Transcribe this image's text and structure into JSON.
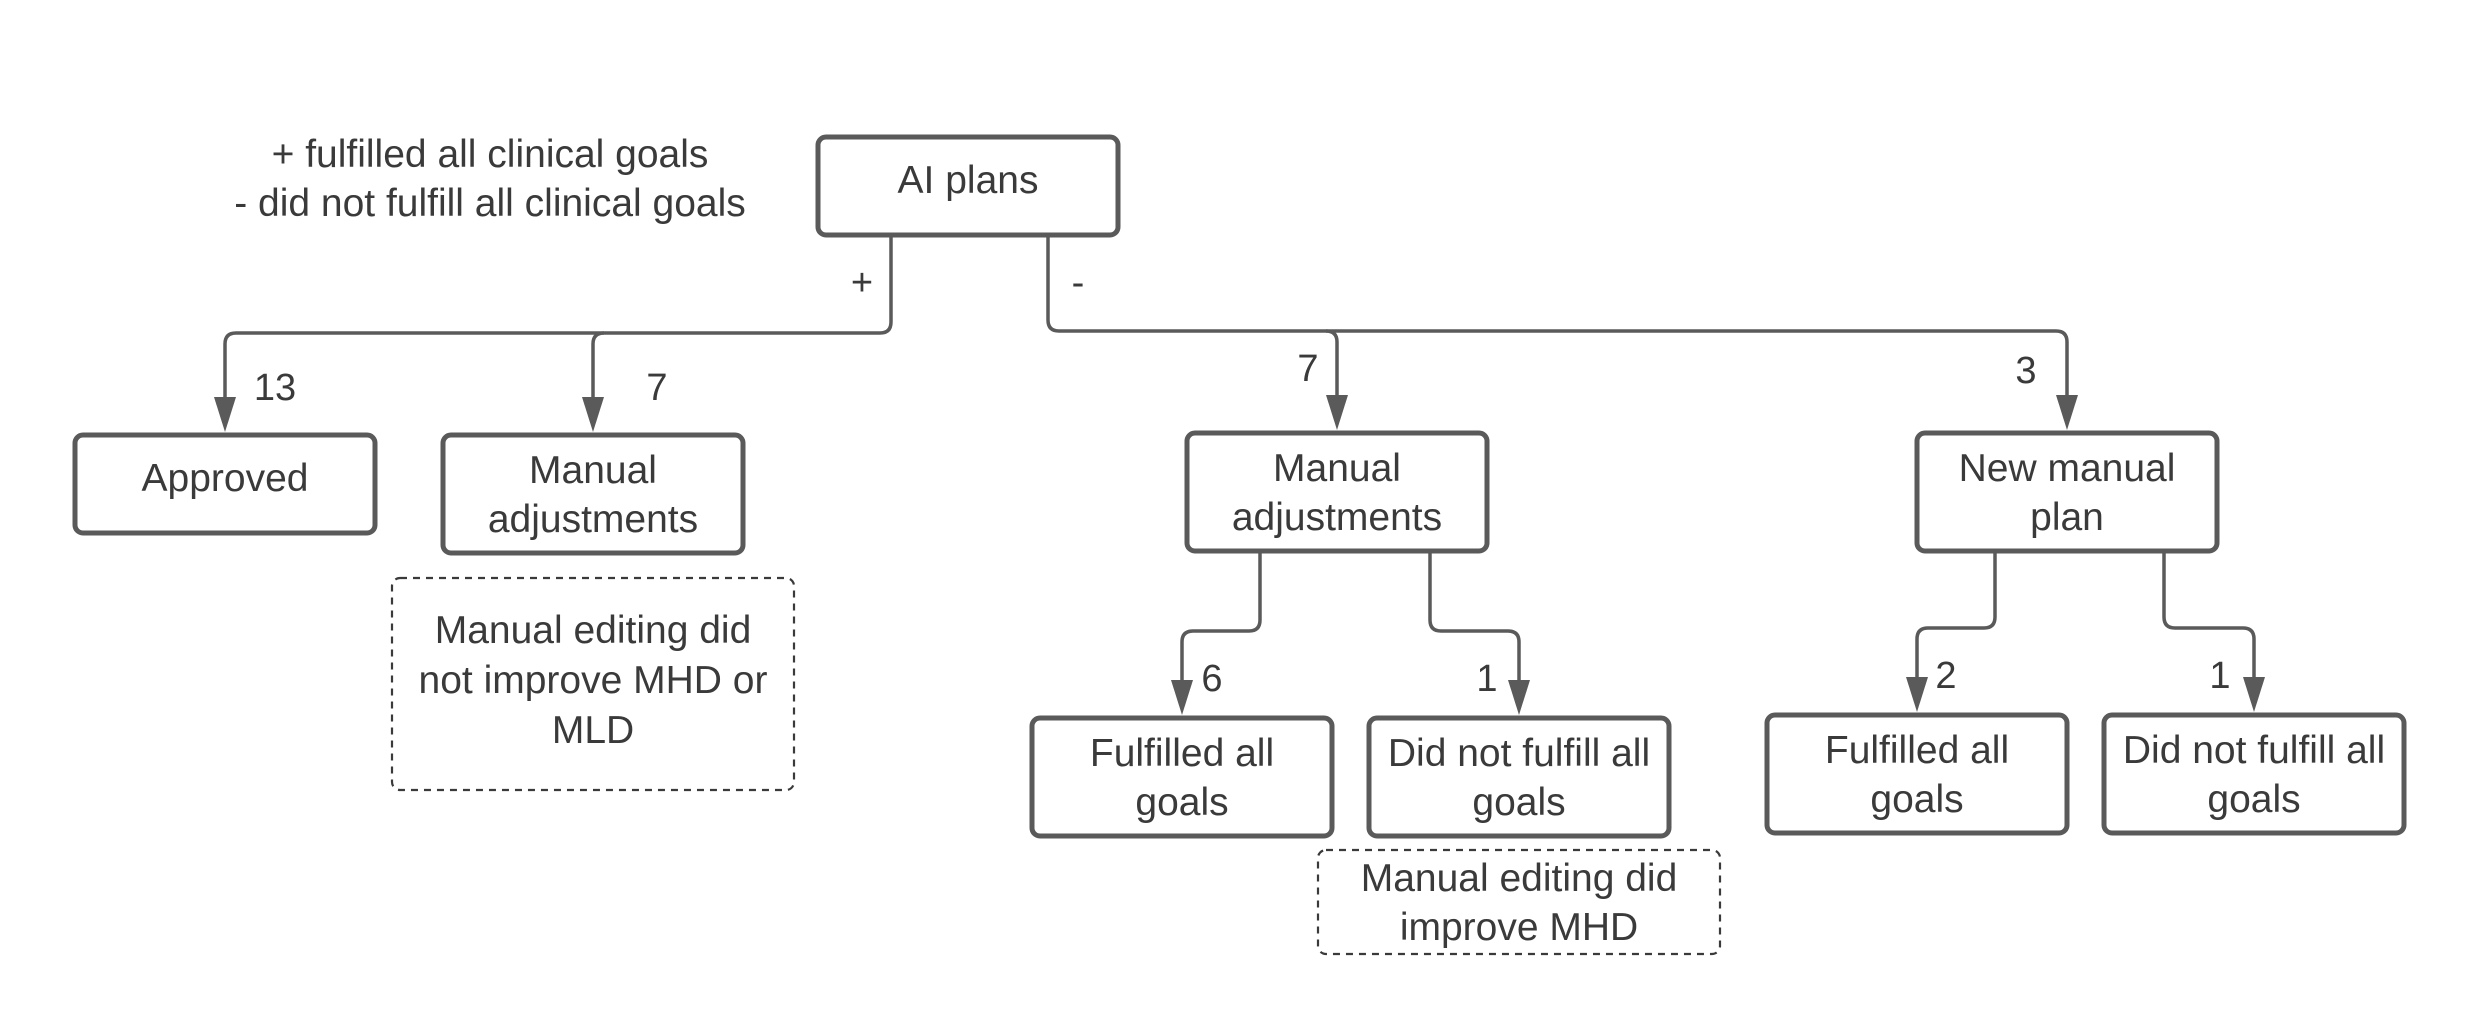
{
  "legend": {
    "plus": "+ fulfilled all clinical goals",
    "minus": "- did not fulfill all clinical goals"
  },
  "nodes": {
    "root": "AI plans",
    "approved": "Approved",
    "manual_adj_plus": [
      "Manual",
      "adjustments"
    ],
    "manual_adj_minus": [
      "Manual",
      "adjustments"
    ],
    "new_manual_plan": [
      "New manual",
      "plan"
    ],
    "fulfilled_a": [
      "Fulfilled all",
      "goals"
    ],
    "not_fulfilled_a": [
      "Did not fulfill all",
      "goals"
    ],
    "fulfilled_b": [
      "Fulfilled all",
      "goals"
    ],
    "not_fulfilled_b": [
      "Did not fulfill all",
      "goals"
    ]
  },
  "notes": {
    "note_plus": [
      "Manual editing did",
      "not improve MHD or",
      "MLD"
    ],
    "note_minus": [
      "Manual editing did",
      "improve MHD"
    ]
  },
  "edge_labels": {
    "plus_branch": "+",
    "minus_branch": "-",
    "approved_count": "13",
    "manual_plus_count": "7",
    "manual_minus_count": "7",
    "new_manual_count": "3",
    "fulfilled_a_count": "6",
    "not_fulfilled_a_count": "1",
    "fulfilled_b_count": "2",
    "not_fulfilled_b_count": "1"
  }
}
